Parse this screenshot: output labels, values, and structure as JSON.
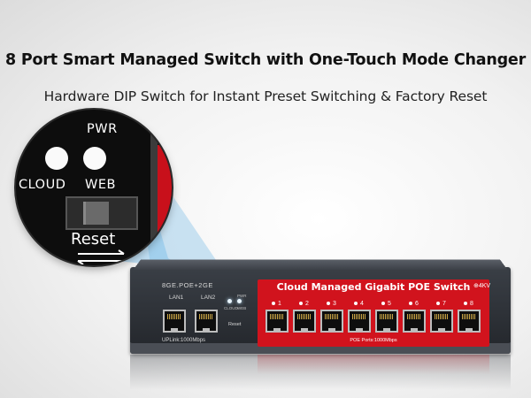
{
  "headline": "8 Port Smart Managed Switch with One-Touch Mode Changer",
  "subheadline": "Hardware DIP Switch for Instant Preset Switching & Factory Reset",
  "zoom": {
    "pwr_label": "PWR",
    "cloud_label": "CLOUD",
    "web_label": "WEB",
    "reset_label": "Reset"
  },
  "device": {
    "port_group_label": "8GE.POE+2GE",
    "lan_labels": [
      "LAN1",
      "LAN2"
    ],
    "uplink_label": "UPLink:1000Mbps",
    "panel_title": "Cloud Managed Gigabit POE Switch",
    "surge_label": "4KV",
    "led_labels": [
      "PWR",
      "WEB",
      "CLOUD"
    ],
    "reset_label": "Reset",
    "port_numbers": [
      "1",
      "2",
      "3",
      "4",
      "5",
      "6",
      "7",
      "8"
    ],
    "poe_ports_label": "POE Ports:1000Mbps"
  },
  "colors": {
    "accent_red": "#d1131d",
    "body_dark": "#2a2d32",
    "beam_blue": "#8fc9ee"
  },
  "icons": [
    "reset-arrows-icon",
    "surge-shield-icon"
  ]
}
